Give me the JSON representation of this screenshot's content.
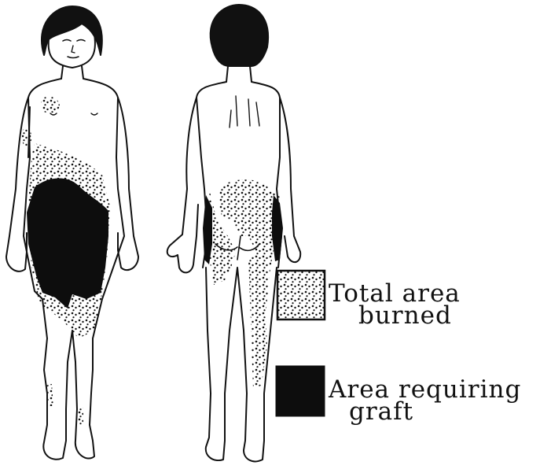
{
  "figure": {
    "views": [
      "front-view",
      "back-view"
    ],
    "colors": {
      "ink": "#111111",
      "paper": "#ffffff",
      "graft_fill": "#0d0d0d"
    }
  },
  "legend": {
    "items": [
      {
        "key": "total",
        "line1": "Total area",
        "line2": "burned",
        "swatch": "stippled"
      },
      {
        "key": "graft",
        "line1": "Area requiring",
        "line2": "graft",
        "swatch": "solid-black"
      }
    ]
  }
}
